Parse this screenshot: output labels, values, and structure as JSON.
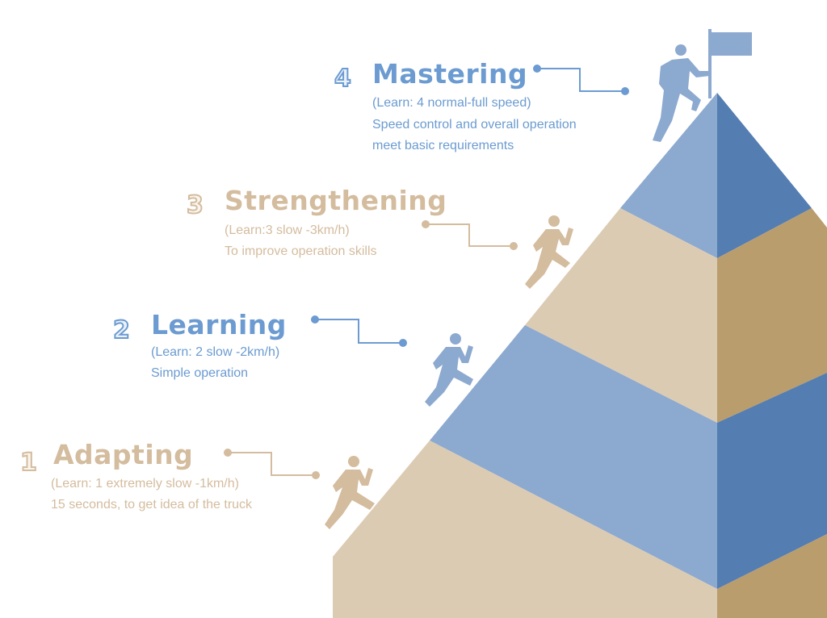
{
  "colors": {
    "tan_light": "#dccbb3",
    "tan_dark": "#b99d6d",
    "blue_light": "#8ca9cf",
    "blue_dark": "#547db1",
    "text_blue": "#6b9bd1",
    "text_tan": "#d4bc9e"
  },
  "stages": [
    {
      "number": "4",
      "title": "Mastering",
      "subtitle": "(Learn: 4 normal-full speed)",
      "desc_lines": [
        "Speed control and overall operation",
        "meet basic requirements"
      ],
      "color": "blue"
    },
    {
      "number": "3",
      "title": "Strengthening",
      "subtitle": "(Learn:3 slow -3km/h)",
      "desc_lines": [
        "To improve operation skills"
      ],
      "color": "tan"
    },
    {
      "number": "2",
      "title": "Learning",
      "subtitle": "(Learn: 2 slow -2km/h)",
      "desc_lines": [
        "Simple operation"
      ],
      "color": "blue"
    },
    {
      "number": "1",
      "title": "Adapting",
      "subtitle": "(Learn: 1 extremely slow -1km/h)",
      "desc_lines": [
        "15 seconds, to get idea of the truck"
      ],
      "color": "tan"
    }
  ]
}
